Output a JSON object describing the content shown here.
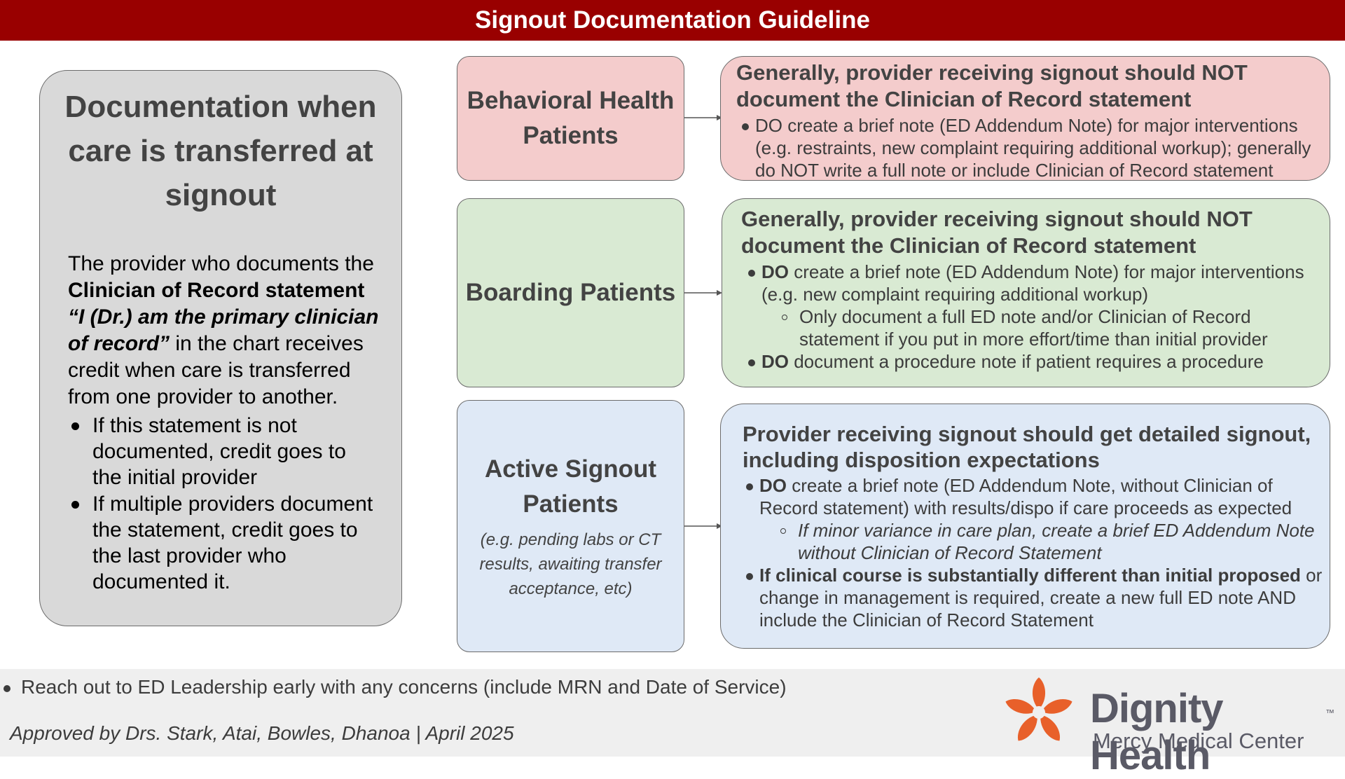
{
  "header": {
    "title": "Signout Documentation Guideline"
  },
  "left_panel": {
    "heading": "Documentation when care is transferred at signout",
    "intro_1": "The provider who documents the ",
    "intro_bold": "Clinician of Record statement ",
    "intro_quote": "“I (Dr.) am the primary clinician of record”",
    "intro_2": " in the chart receives credit when care is transferred from one provider to another.",
    "bullets": [
      "If this statement is not documented, credit goes to the initial provider",
      "If multiple providers document the statement, credit goes to the last provider who documented it."
    ]
  },
  "rows": [
    {
      "category": "Behavioral Health Patients",
      "title": "Generally, provider receiving signout should NOT document the Clinician of Record statement",
      "b1_text": "DO create a brief note (ED Addendum Note) for major interventions (e.g. restraints, new complaint requiring additional workup); generally do NOT write a full note or include Clinician of Record statement"
    },
    {
      "category": "Boarding Patients",
      "title": "Generally, provider receiving signout should NOT document the Clinician of Record statement",
      "b1_bold": "DO",
      "b1_text": " create a brief note (ED Addendum Note) for major interventions (e.g. new complaint requiring additional workup)",
      "sub_text": "Only document a full ED note and/or Clinician of Record statement if you put in more effort/time than initial provider",
      "b2_bold": "DO",
      "b2_text": " document a procedure note if patient requires a procedure"
    },
    {
      "category": "Active Signout Patients",
      "category_sub": "(e.g. pending labs or CT results, awaiting transfer acceptance, etc)",
      "title": "Provider receiving signout should get detailed signout, including disposition expectations",
      "b1_bold": "DO",
      "b1_text": " create a brief note (ED Addendum Note, without Clinician of Record statement) with results/dispo if care proceeds as expected",
      "sub_text": "If minor variance in care plan, create a brief ED Addendum Note without Clinician of Record Statement",
      "b2_bold": "If clinical course is substantially different than initial proposed",
      "b2_text": " or change in management is required, create a new full ED note AND include the Clinician of Record Statement"
    }
  ],
  "footer": {
    "reach_out": "Reach out to ED Leadership early with any concerns (include MRN and Date of Service)",
    "approved": "Approved by Drs. Stark, Atai, Bowles, Dhanoa  |  April 2025",
    "logo_name": "Dignity Health",
    "logo_tm": "™",
    "logo_sub": "Mercy Medical Center"
  },
  "colors": {
    "header_bg": "#990000",
    "left_panel_bg": "#d9d9d9",
    "behavioral_bg": "#f4cccc",
    "boarding_bg": "#d9ead3",
    "active_bg": "#dfe9f6",
    "logo_orange": "#e8602a",
    "logo_text": "#5a5a66"
  }
}
